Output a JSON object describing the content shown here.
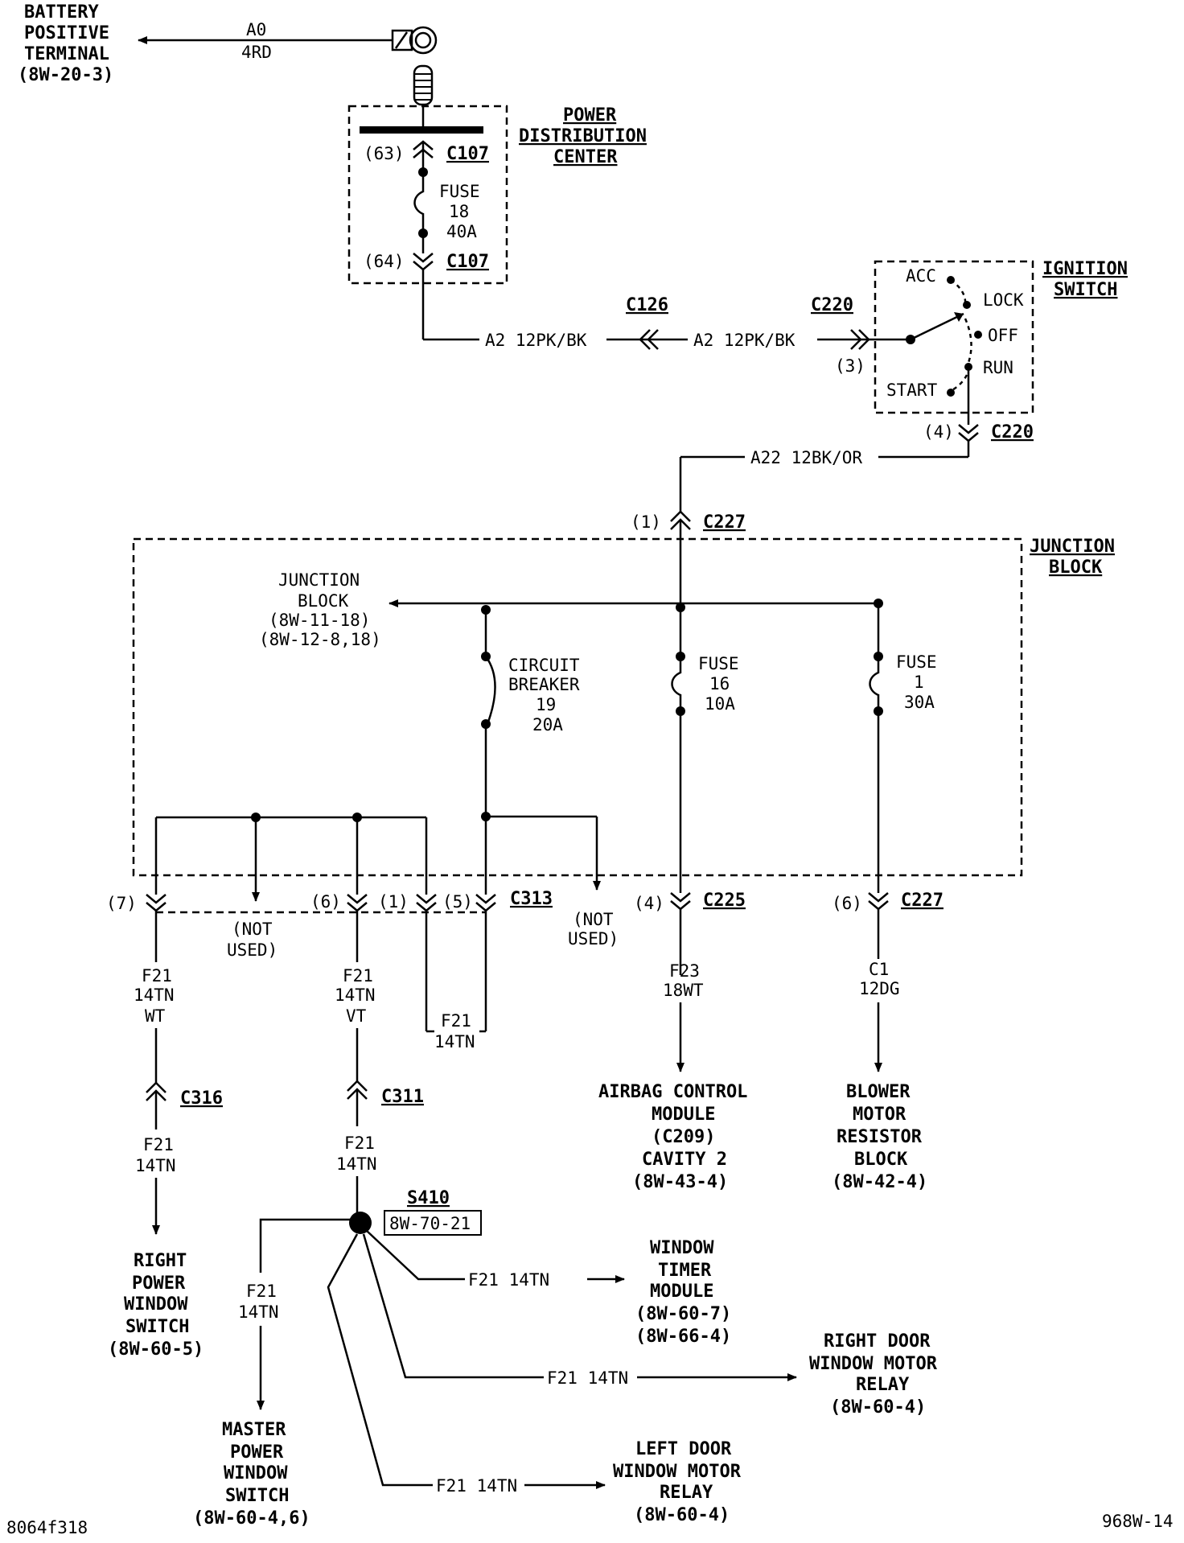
{
  "battery": {
    "line1": "BATTERY",
    "line2": "POSITIVE",
    "line3": "TERMINAL",
    "ref": "(8W-20-3)"
  },
  "wire_a0": {
    "circuit": "A0",
    "gauge": "4RD"
  },
  "pdc": {
    "title1": "POWER",
    "title2": "DISTRIBUTION",
    "title3": "CENTER",
    "pin_top": "(63)",
    "conn_top": "C107",
    "fuse_label": "FUSE",
    "fuse_num": "18",
    "fuse_amp": "40A",
    "pin_bottom": "(64)",
    "conn_bottom": "C107"
  },
  "wire_a2": {
    "left": "A2 12PK/BK",
    "right": "A2 12PK/BK",
    "conn_c126": "C126",
    "conn_c220": "C220",
    "pin": "(3)"
  },
  "ignition": {
    "title1": "IGNITION",
    "title2": "SWITCH",
    "acc": "ACC",
    "lock": "LOCK",
    "off": "OFF",
    "run": "RUN",
    "start": "START",
    "pin": "(4)",
    "conn": "C220"
  },
  "wire_a22": {
    "label": "A22 12BK/OR"
  },
  "junction": {
    "title1": "JUNCTION",
    "title2": "BLOCK",
    "pin_in": "(1)",
    "conn_in": "C227",
    "ref1": "JUNCTION",
    "ref2": "BLOCK",
    "ref3": "(8W-11-18)",
    "ref4": "(8W-12-8,18)",
    "cb1": "CIRCUIT",
    "cb2": "BREAKER",
    "cb3": "19",
    "cb4": "20A",
    "f16a": "FUSE",
    "f16b": "16",
    "f16c": "10A",
    "f1a": "FUSE",
    "f1b": "1",
    "f1c": "30A"
  },
  "c313": {
    "conn": "C313",
    "pin7": "(7)",
    "pin6": "(6)",
    "pin1": "(1)",
    "pin5": "(5)",
    "nu1a": "(NOT",
    "nu1b": "USED)",
    "nu2a": "(NOT",
    "nu2b": "USED)"
  },
  "c225": {
    "pin": "(4)",
    "conn": "C225",
    "w1": "F23",
    "w2": "18WT"
  },
  "c227b": {
    "pin": "(6)",
    "conn": "C227",
    "w1": "C1",
    "w2": "12DG"
  },
  "wires": {
    "left1": "F21",
    "left2": "14TN",
    "left3": "WT",
    "mid1": "F21",
    "mid2": "14TN",
    "mid3": "VT",
    "loop1": "F21",
    "loop2": "14TN",
    "c316": "C316",
    "c316w1": "F21",
    "c316w2": "14TN",
    "c311": "C311",
    "c311w1": "F21",
    "c311w2": "14TN"
  },
  "airbag": {
    "l1": "AIRBAG CONTROL",
    "l2": "MODULE",
    "l3": "(C209)",
    "l4": "CAVITY 2",
    "l5": "(8W-43-4)"
  },
  "blower": {
    "l1": "BLOWER",
    "l2": "MOTOR",
    "l3": "RESISTOR",
    "l4": "BLOCK",
    "l5": "(8W-42-4)"
  },
  "rpws": {
    "l1": "RIGHT",
    "l2": "POWER",
    "l3": "WINDOW",
    "l4": "SWITCH",
    "l5": "(8W-60-5)"
  },
  "splice": {
    "name": "S410",
    "ref": "8W-70-21"
  },
  "branches": {
    "master_w1": "F21",
    "master_w2": "14TN",
    "timer_w": "F21 14TN",
    "rdoor_w": "F21 14TN",
    "ldoor_w": "F21 14TN"
  },
  "master": {
    "l1": "MASTER",
    "l2": "POWER",
    "l3": "WINDOW",
    "l4": "SWITCH",
    "l5": "(8W-60-4,6)"
  },
  "timer": {
    "l1": "WINDOW",
    "l2": "TIMER",
    "l3": "MODULE",
    "l4": "(8W-60-7)",
    "l5": "(8W-66-4)"
  },
  "rdoor": {
    "l1": "RIGHT DOOR",
    "l2": "WINDOW MOTOR",
    "l3": "RELAY",
    "l4": "(8W-60-4)"
  },
  "ldoor": {
    "l1": "LEFT DOOR",
    "l2": "WINDOW MOTOR",
    "l3": "RELAY",
    "l4": "(8W-60-4)"
  },
  "footer": {
    "left": "8064f318",
    "right": "968W-14"
  }
}
